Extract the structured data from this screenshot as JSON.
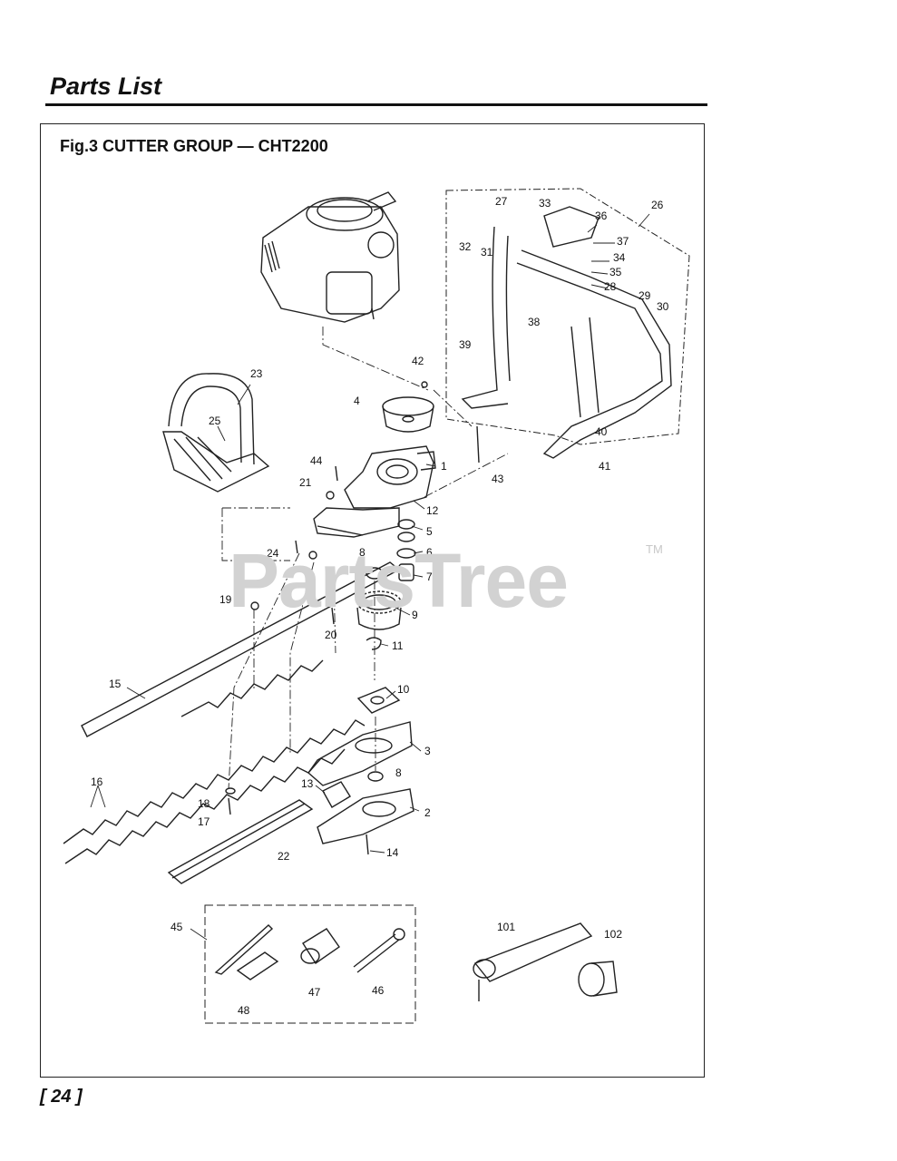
{
  "page": {
    "heading": "Parts List",
    "figure_title": "Fig.3 CUTTER GROUP — CHT2200",
    "page_number": "[ 24 ]",
    "watermark": "PartsTree",
    "watermark_tm": "TM"
  },
  "callouts": [
    {
      "id": "1",
      "label": "1"
    },
    {
      "id": "2",
      "label": "2"
    },
    {
      "id": "3",
      "label": "3"
    },
    {
      "id": "4",
      "label": "4"
    },
    {
      "id": "5",
      "label": "5"
    },
    {
      "id": "6",
      "label": "6"
    },
    {
      "id": "7",
      "label": "7"
    },
    {
      "id": "8a",
      "label": "8"
    },
    {
      "id": "8b",
      "label": "8"
    },
    {
      "id": "9",
      "label": "9"
    },
    {
      "id": "10",
      "label": "10"
    },
    {
      "id": "11",
      "label": "11"
    },
    {
      "id": "12",
      "label": "12"
    },
    {
      "id": "13",
      "label": "13"
    },
    {
      "id": "14",
      "label": "14"
    },
    {
      "id": "15",
      "label": "15"
    },
    {
      "id": "16",
      "label": "16"
    },
    {
      "id": "17",
      "label": "17"
    },
    {
      "id": "18",
      "label": "18"
    },
    {
      "id": "19",
      "label": "19"
    },
    {
      "id": "20",
      "label": "20"
    },
    {
      "id": "21",
      "label": "21"
    },
    {
      "id": "22",
      "label": "22"
    },
    {
      "id": "23",
      "label": "23"
    },
    {
      "id": "24",
      "label": "24"
    },
    {
      "id": "25",
      "label": "25"
    },
    {
      "id": "26",
      "label": "26"
    },
    {
      "id": "27",
      "label": "27"
    },
    {
      "id": "28",
      "label": "28"
    },
    {
      "id": "29",
      "label": "29"
    },
    {
      "id": "30",
      "label": "30"
    },
    {
      "id": "31",
      "label": "31"
    },
    {
      "id": "32",
      "label": "32"
    },
    {
      "id": "33",
      "label": "33"
    },
    {
      "id": "34",
      "label": "34"
    },
    {
      "id": "35",
      "label": "35"
    },
    {
      "id": "36",
      "label": "36"
    },
    {
      "id": "37",
      "label": "37"
    },
    {
      "id": "38",
      "label": "38"
    },
    {
      "id": "39",
      "label": "39"
    },
    {
      "id": "40",
      "label": "40"
    },
    {
      "id": "41",
      "label": "41"
    },
    {
      "id": "42",
      "label": "42"
    },
    {
      "id": "43",
      "label": "43"
    },
    {
      "id": "44",
      "label": "44"
    },
    {
      "id": "45",
      "label": "45"
    },
    {
      "id": "46",
      "label": "46"
    },
    {
      "id": "47",
      "label": "47"
    },
    {
      "id": "48",
      "label": "48"
    },
    {
      "id": "101",
      "label": "101"
    },
    {
      "id": "102",
      "label": "102"
    }
  ]
}
